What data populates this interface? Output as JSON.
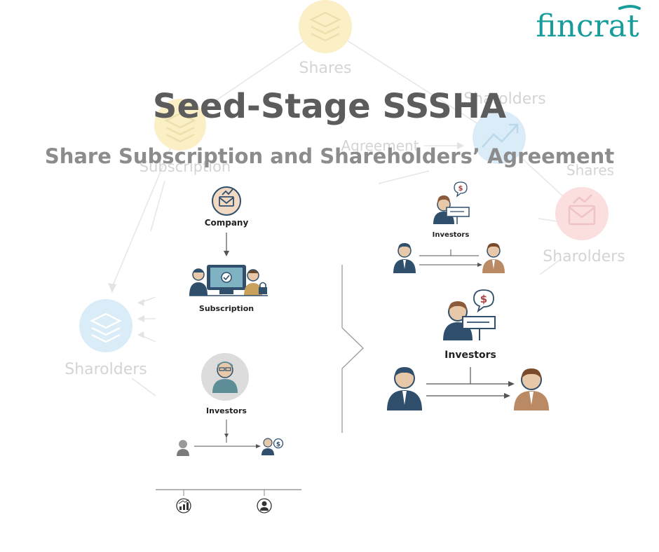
{
  "brand": {
    "name": "fincrat",
    "color": "#169c9a"
  },
  "title": "Seed-Stage SSSHA",
  "subtitle": "Share Subscription and Shareholders’ Agreement",
  "background_labels": {
    "shares_top": "Shares",
    "shareholders_top": "Sharolders",
    "agreement": "Agreement",
    "subscription": "Subscription",
    "shares_right": "Shares",
    "sharolders_right": "Sharolders",
    "sharolders_left": "Sharolders"
  },
  "left_flow": {
    "company": "Company",
    "subscription": "Subscription",
    "investors": "Investors"
  },
  "right_flow": {
    "investors_small": "Investors",
    "investors_large": "Investors"
  },
  "icons": [
    "layers-icon",
    "mail-icon",
    "chart-icon",
    "envelope-chart-icon",
    "computer-icon",
    "person-icon",
    "dollar-bubble-icon",
    "lock-icon"
  ],
  "colors": {
    "title": "#5c5c5c",
    "subtitle": "#8c8c8c",
    "bg_yellow": "#fbefc6",
    "bg_blue": "#d9ecf8",
    "bg_red": "#fbdede",
    "navy": "#2f4f6d",
    "teal": "#5d8d97",
    "skin": "#e7c9a9"
  }
}
